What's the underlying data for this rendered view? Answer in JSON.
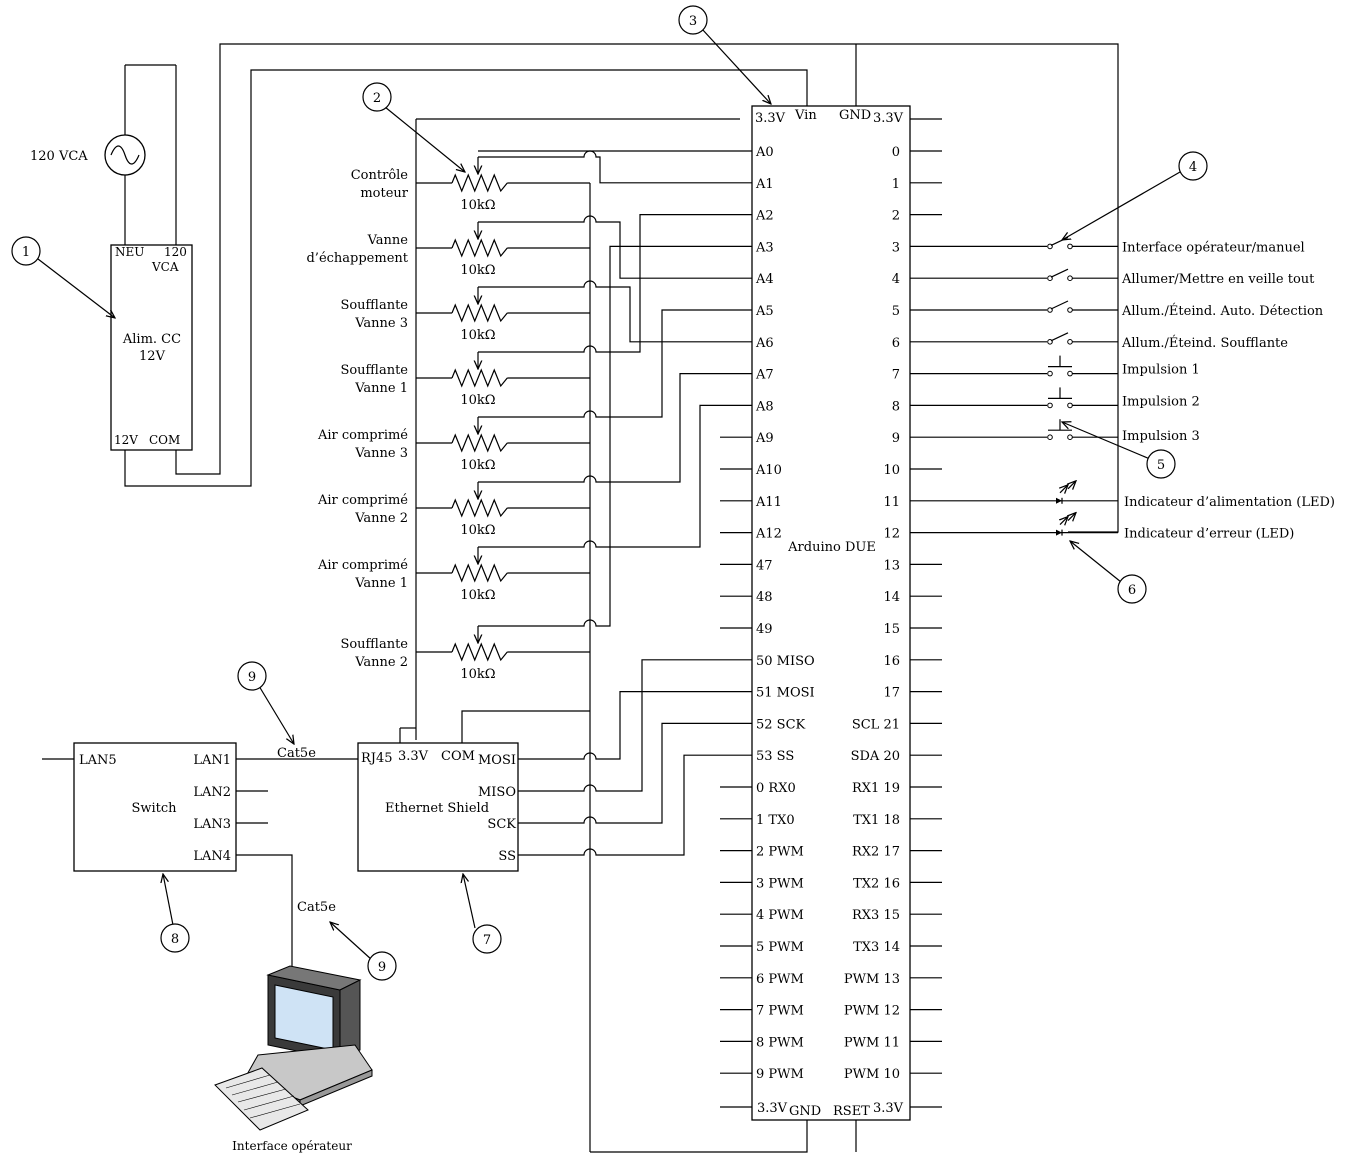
{
  "power": {
    "ac_label": "120 VCA",
    "supply_neu": "NEU",
    "supply_120": "120",
    "supply_vca": "VCA",
    "supply_name_1": "Alim. CC",
    "supply_name_2": "12V",
    "supply_12v": "12V",
    "supply_com": "COM"
  },
  "arduino": {
    "name": "Arduino DUE",
    "top_labels": [
      "3.3V",
      "Vin",
      "GND",
      "3.3V"
    ],
    "bottom_labels": [
      "3.3V",
      "GND",
      "RSET",
      "3.3V"
    ],
    "left_pins": [
      "A0",
      "A1",
      "A2",
      "A3",
      "A4",
      "A5",
      "A6",
      "A7",
      "A8",
      "A9",
      "A10",
      "A11",
      "A12",
      "47",
      "48",
      "49",
      "50 MISO",
      "51 MOSI",
      "52 SCK",
      "53 SS",
      "0 RX0",
      "1 TX0",
      "2 PWM",
      "3 PWM",
      "4 PWM",
      "5 PWM",
      "6 PWM",
      "7 PWM",
      "8 PWM",
      "9 PWM"
    ],
    "right_pins": [
      "0",
      "1",
      "2",
      "3",
      "4",
      "5",
      "6",
      "7",
      "8",
      "9",
      "10",
      "11",
      "12",
      "13",
      "14",
      "15",
      "16",
      "17",
      "SCL 21",
      "SDA 20",
      "RX1 19",
      "TX1 18",
      "RX2 17",
      "TX2 16",
      "RX3 15",
      "TX3 14",
      "PWM 13",
      "PWM 12",
      "PWM 11",
      "PWM 10"
    ]
  },
  "pots": [
    {
      "name_1": "Contrôle",
      "name_2": "moteur",
      "value": "10kΩ"
    },
    {
      "name_1": "Vanne",
      "name_2": "d’échappement",
      "value": "10kΩ"
    },
    {
      "name_1": "Soufflante",
      "name_2": "Vanne 3",
      "value": "10kΩ"
    },
    {
      "name_1": "Soufflante",
      "name_2": "Vanne 1",
      "value": "10kΩ"
    },
    {
      "name_1": "Air comprimé",
      "name_2": "Vanne 3",
      "value": "10kΩ"
    },
    {
      "name_1": "Air comprimé",
      "name_2": "Vanne 2",
      "value": "10kΩ"
    },
    {
      "name_1": "Air comprimé",
      "name_2": "Vanne 1",
      "value": "10kΩ"
    },
    {
      "name_1": "Soufflante",
      "name_2": "Vanne 2",
      "value": "10kΩ"
    }
  ],
  "switches": [
    "Interface opérateur/manuel",
    "Allumer/Mettre en veille tout",
    "Allum./Éteind. Auto. Détection",
    "Allum./Éteind. Soufflante"
  ],
  "buttons": [
    "Impulsion 1",
    "Impulsion 2",
    "Impulsion 3"
  ],
  "leds": [
    "Indicateur d’alimentation (LED)",
    "Indicateur d’erreur (LED)"
  ],
  "switch_box": {
    "name": "Switch",
    "lan5": "LAN5",
    "lan1": "LAN1",
    "lan2": "LAN2",
    "lan3": "LAN3",
    "lan4": "LAN4"
  },
  "ethernet": {
    "name": "Ethernet Shield",
    "rj45": "RJ45",
    "v33": "3.3V",
    "com": "COM",
    "mosi": "MOSI",
    "miso": "MISO",
    "sck": "SCK",
    "ss": "SS"
  },
  "cables": {
    "cat5e_1": "Cat5e",
    "cat5e_2": "Cat5e"
  },
  "computer_label": "Interface opérateur",
  "callouts": [
    "1",
    "2",
    "3",
    "4",
    "5",
    "6",
    "7",
    "8",
    "9",
    "9"
  ]
}
